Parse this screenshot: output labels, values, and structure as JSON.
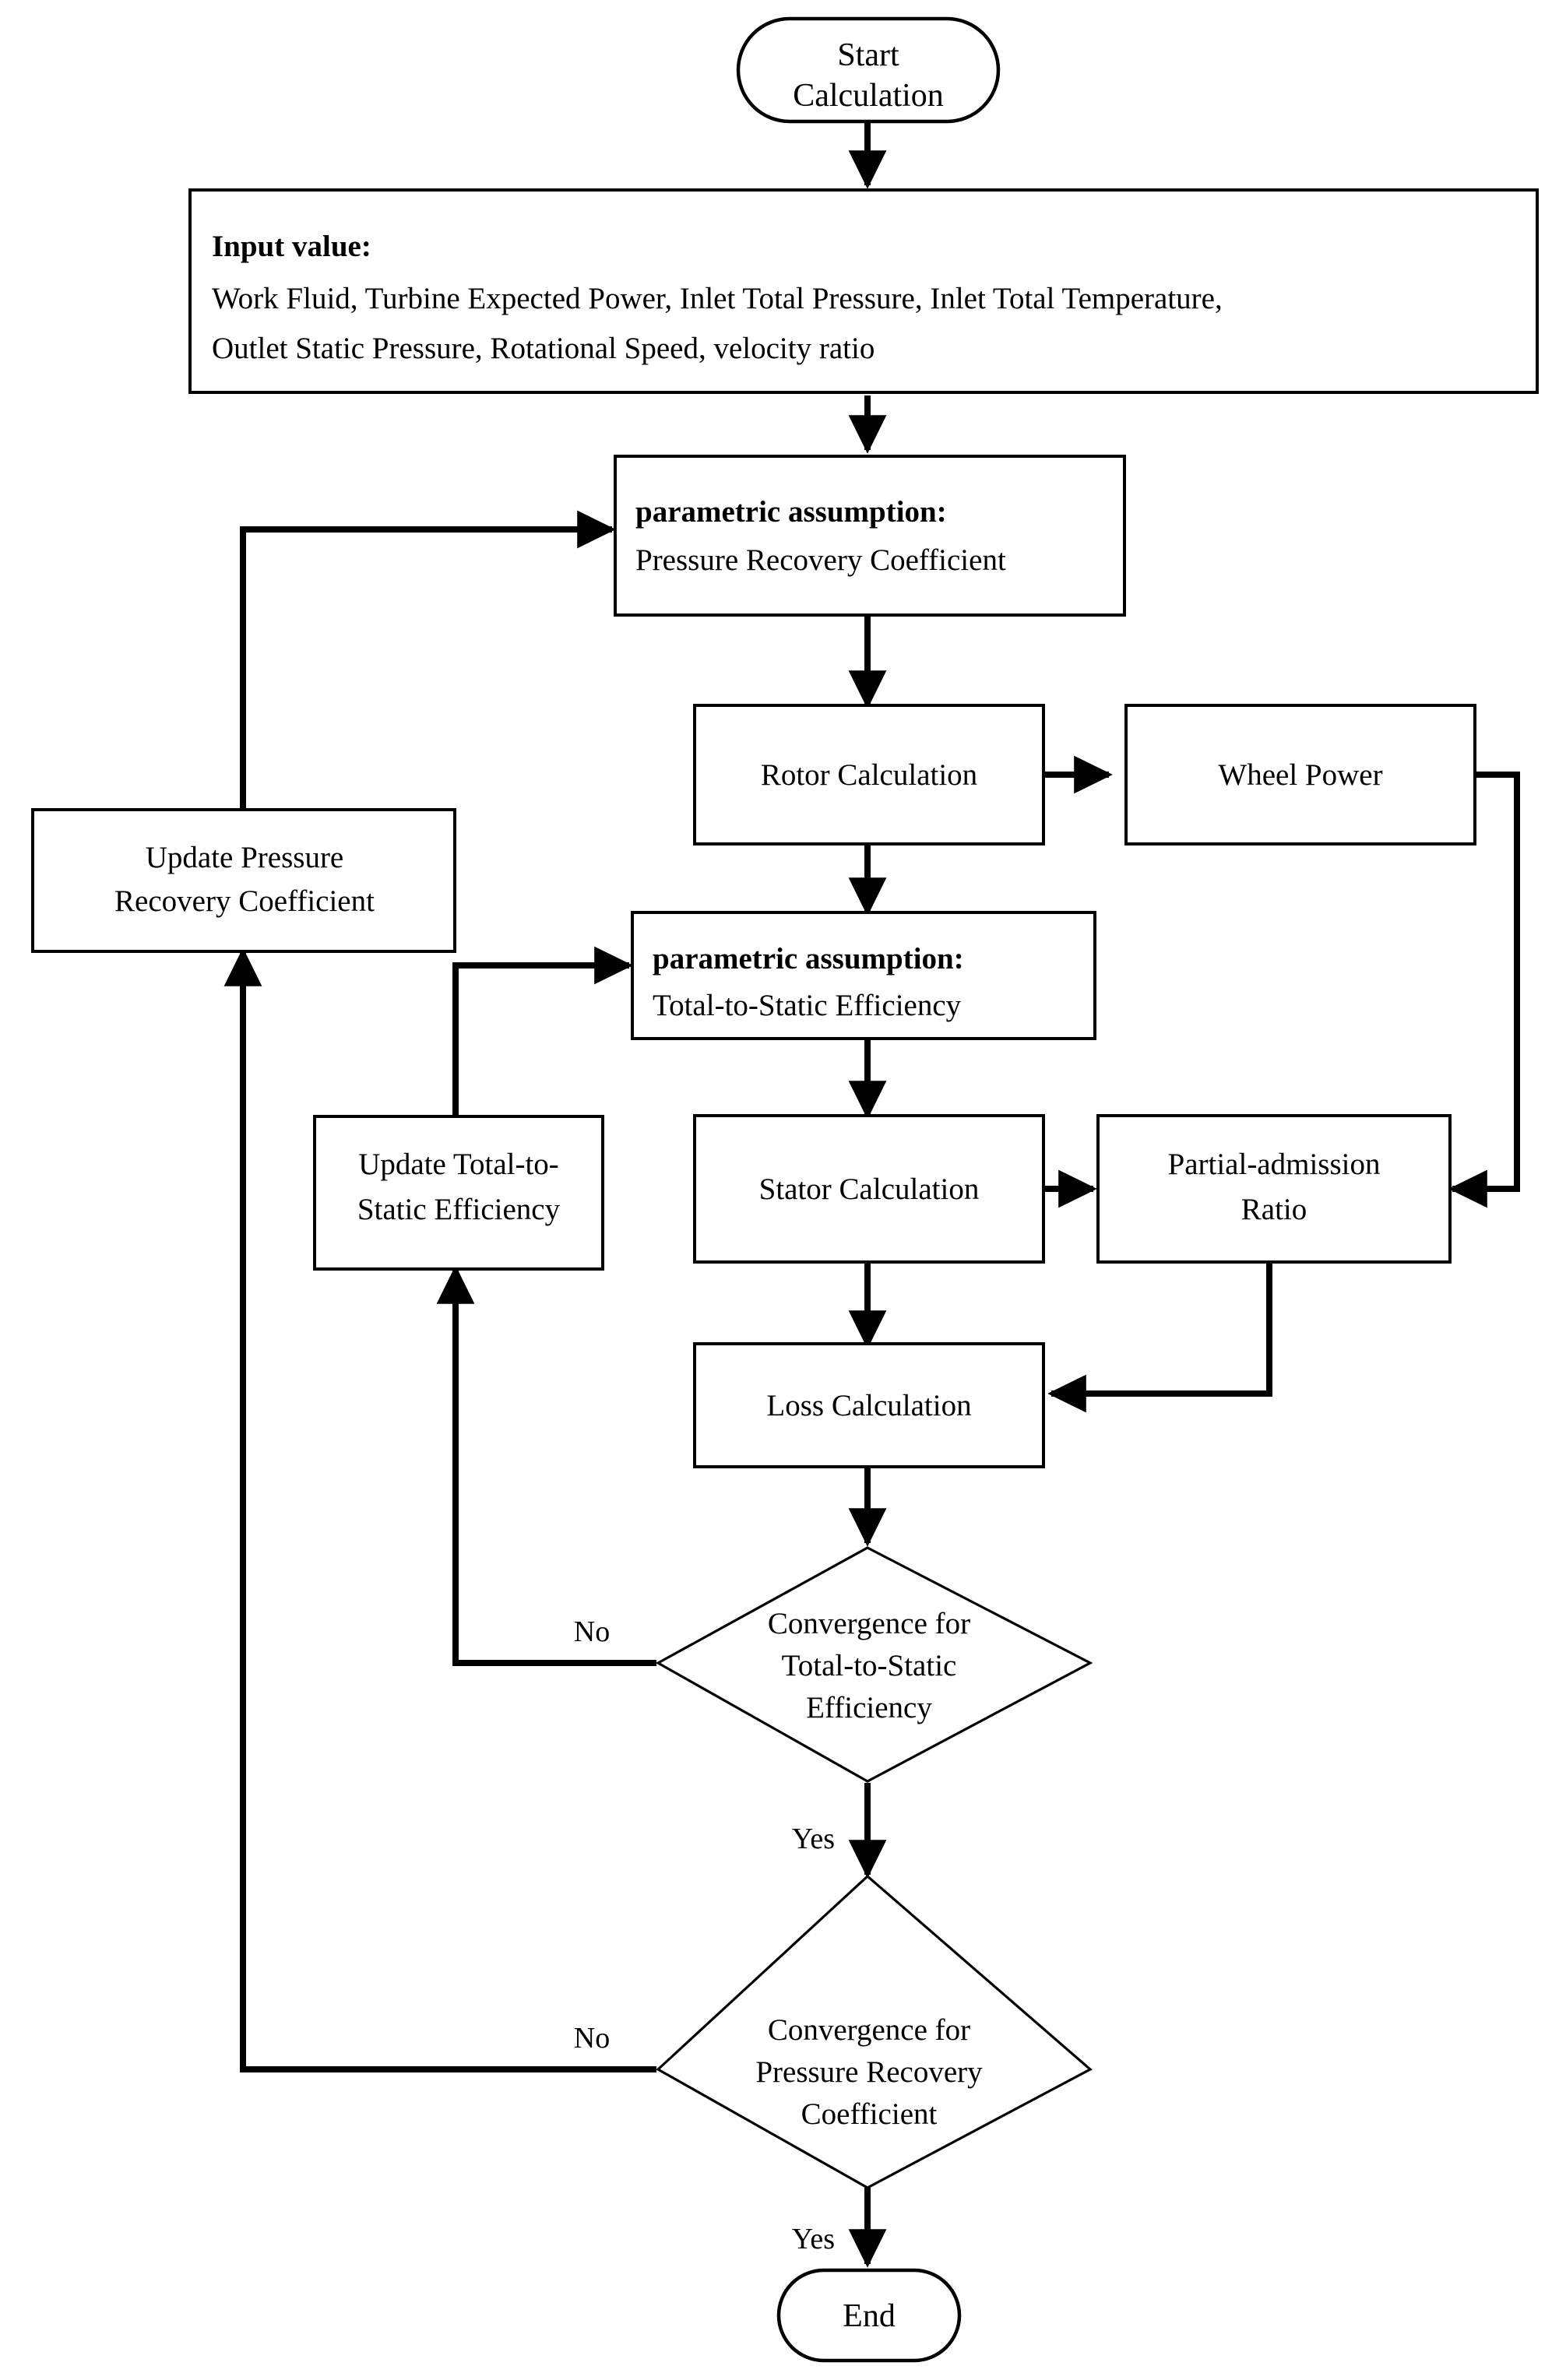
{
  "diagram": {
    "title": "Turbine design calculation flowchart",
    "type": "flowchart",
    "colors": {
      "stroke": "#000000",
      "fill": "#ffffff",
      "text": "#000000"
    },
    "nodes": {
      "start": {
        "shape": "terminal",
        "label": "Start Calculation",
        "lines": [
          "Start",
          "Calculation"
        ]
      },
      "input": {
        "shape": "process",
        "heading": "Input value:",
        "lines": [
          "Work Fluid, Turbine Expected Power, Inlet Total Pressure, Inlet Total Temperature,",
          "Outlet Static Pressure, Rotational Speed, velocity ratio"
        ]
      },
      "assume_prc": {
        "shape": "process",
        "heading": "parametric assumption:",
        "lines": [
          "Pressure Recovery Coefficient"
        ]
      },
      "rotor_calc": {
        "shape": "process",
        "lines": [
          "Rotor Calculation"
        ]
      },
      "wheel_power": {
        "shape": "process",
        "lines": [
          "Wheel Power"
        ]
      },
      "update_prc": {
        "shape": "process",
        "lines": [
          "Update Pressure",
          "Recovery Coefficient"
        ]
      },
      "assume_tts": {
        "shape": "process",
        "heading": "parametric assumption:",
        "lines": [
          "Total-to-Static Efficiency"
        ]
      },
      "update_tts": {
        "shape": "process",
        "lines": [
          "Update Total-to-",
          "Static Efficiency"
        ]
      },
      "stator_calc": {
        "shape": "process",
        "lines": [
          "Stator Calculation"
        ]
      },
      "partial_admission": {
        "shape": "process",
        "lines": [
          "Partial-admission",
          "Ratio"
        ]
      },
      "loss_calc": {
        "shape": "process",
        "lines": [
          "Loss Calculation"
        ]
      },
      "conv_tts": {
        "shape": "decision",
        "lines": [
          "Convergence for",
          "Total-to-Static",
          "Efficiency"
        ]
      },
      "conv_prc": {
        "shape": "decision",
        "lines": [
          "Convergence for",
          "Pressure Recovery",
          "Coefficient"
        ]
      },
      "end": {
        "shape": "terminal",
        "lines": [
          "End"
        ]
      }
    },
    "edge_labels": {
      "conv_tts_no": "No",
      "conv_tts_yes": "Yes",
      "conv_prc_no": "No",
      "conv_prc_yes": "Yes"
    }
  }
}
